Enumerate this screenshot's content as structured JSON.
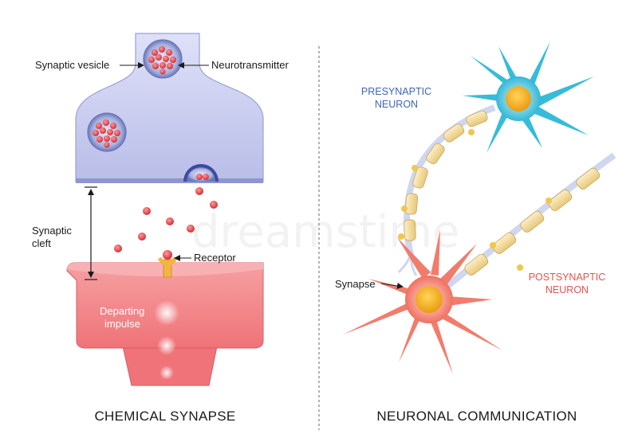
{
  "left_panel": {
    "title": "CHEMICAL SYNAPSE",
    "labels": {
      "synaptic_vesicle": "Synaptic vesicle",
      "neurotransmitter": "Neurotransmitter",
      "synaptic_cleft_line1": "Synaptic",
      "synaptic_cleft_line2": "cleft",
      "receptor": "Receptor",
      "departing_impulse_line1": "Departing",
      "departing_impulse_line2": "impulse"
    }
  },
  "right_panel": {
    "title": "NEURONAL COMMUNICATION",
    "labels": {
      "presynaptic_line1": "PRESYNAPTIC",
      "presynaptic_line2": "NEURON",
      "postsynaptic_line1": "POSTSYNAPTIC",
      "postsynaptic_line2": "NEURON",
      "synapse": "Synapse"
    }
  },
  "watermark": "dreamstime",
  "colors": {
    "presynaptic_terminal": "#c9cdee",
    "postsynaptic_body": "#f07b80",
    "neurotransmitter": "#e8454a",
    "receptor": "#f1b640",
    "presynaptic_neuron": "#35bcd8",
    "postsynaptic_neuron": "#f27c6c",
    "nucleus": "#f6b11c",
    "myelin": "#f3dca4",
    "presynaptic_label": "#3f66b2",
    "postsynaptic_label": "#e0554c"
  }
}
